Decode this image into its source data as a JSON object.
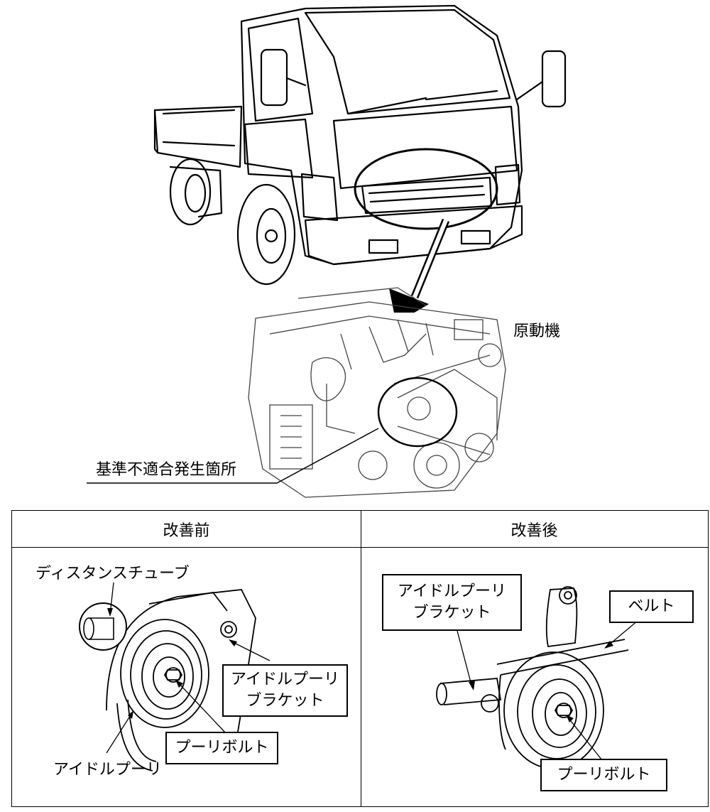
{
  "overview": {
    "engine_label": "原動機",
    "defect_location_label": "基準不適合発生箇所"
  },
  "comparison": {
    "before": {
      "header": "改善前",
      "labels": {
        "distance_tube": "ディスタンスチューブ",
        "idler_bracket_line1": "アイドルプーリ",
        "idler_bracket_line2": "ブラケット",
        "pulley_bolt": "プーリボルト",
        "idler_pulley": "アイドルプーリ"
      }
    },
    "after": {
      "header": "改善後",
      "labels": {
        "idler_bracket_line1": "アイドルプーリ",
        "idler_bracket_line2": "ブラケット",
        "belt": "ベルト",
        "pulley_bolt": "プーリボルト"
      }
    }
  }
}
